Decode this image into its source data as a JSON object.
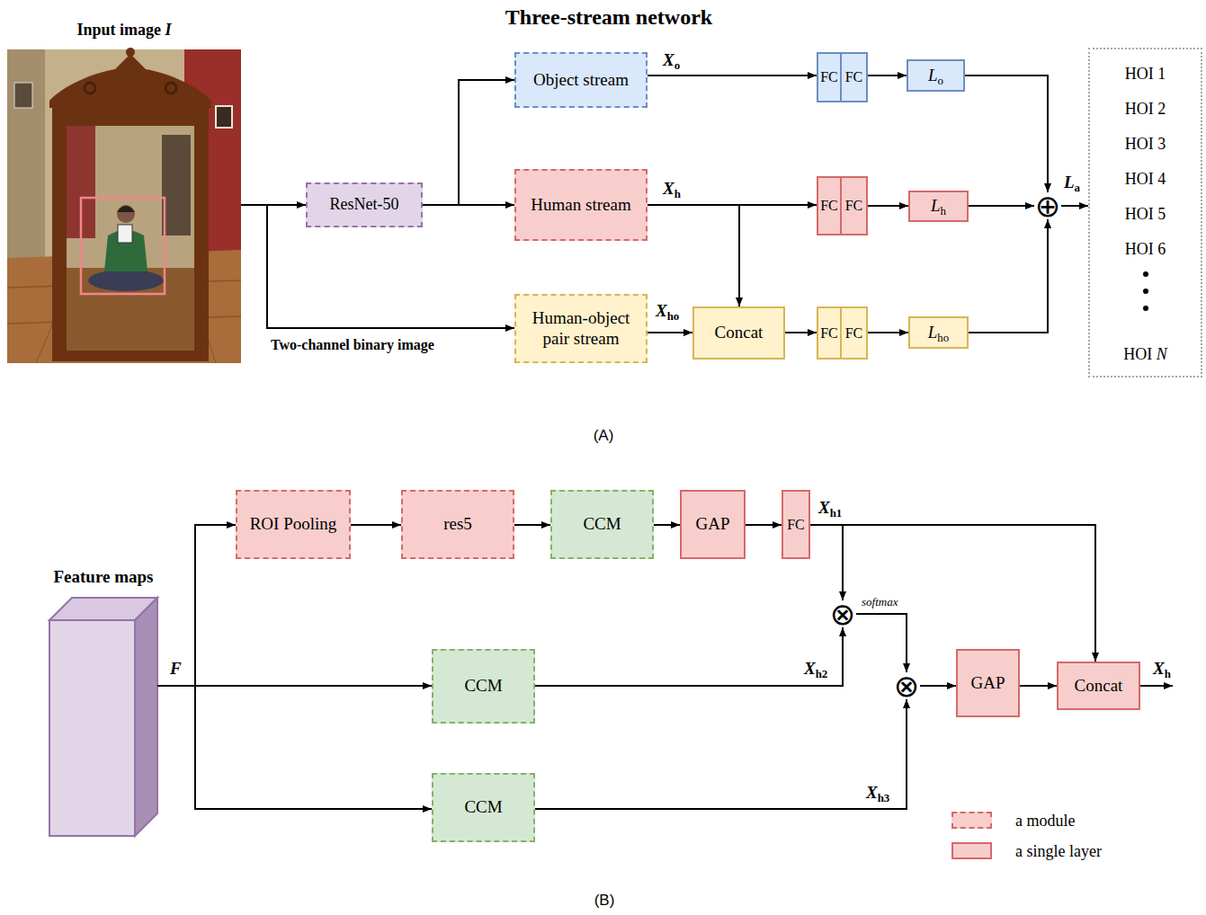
{
  "diagram": {
    "title": "Three-stream network",
    "nodes": [
      {
        "text": [
          "Input image I"
        ]
      },
      {
        "text": [
          "ResNet-50"
        ]
      },
      {
        "text": [
          "Object stream"
        ]
      },
      {
        "text": [
          "Human stream"
        ]
      },
      {
        "text": [
          "Human-object pair stream"
        ]
      },
      {
        "text": [
          "Concat"
        ]
      },
      {
        "text": [
          "FC"
        ]
      },
      {
        "text": [
          "FC"
        ]
      },
      {
        "text": [
          "FC"
        ]
      },
      {
        "text": [
          "FC"
        ]
      },
      {
        "text": [
          "FC"
        ]
      },
      {
        "text": [
          "FC"
        ]
      },
      {
        "text": [
          "Lo"
        ]
      },
      {
        "text": [
          "Lh"
        ]
      },
      {
        "text": [
          "Lho"
        ]
      },
      {
        "text": [
          "⊕"
        ]
      },
      {
        "text": [
          "HOI 1",
          "HOI 2",
          "HOI 3",
          "HOI 4",
          "HOI 5",
          "HOI 6",
          "HOI N"
        ]
      },
      {
        "text": [
          "Feature maps"
        ]
      },
      {
        "text": [
          "ROI Pooling"
        ]
      },
      {
        "text": [
          "res5"
        ]
      },
      {
        "text": [
          "CCM"
        ]
      },
      {
        "text": [
          "GAP"
        ]
      },
      {
        "text": [
          "FC"
        ]
      },
      {
        "text": [
          "CCM"
        ]
      },
      {
        "text": [
          "CCM"
        ]
      },
      {
        "text": [
          "⊗"
        ]
      },
      {
        "text": [
          "⊗"
        ]
      },
      {
        "text": [
          "GAP"
        ]
      },
      {
        "text": [
          "Concat"
        ]
      }
    ],
    "edges": [
      {
        "from": 0,
        "to": 1,
        "arrow": "to"
      },
      {
        "from": 0,
        "to": 4,
        "label": "Two-channel binary image",
        "arrow": "to"
      },
      {
        "from": 1,
        "to": 2,
        "arrow": "to"
      },
      {
        "from": 1,
        "to": 3,
        "arrow": "to"
      },
      {
        "from": 2,
        "to": 6,
        "label": "Xo",
        "arrow": "to"
      },
      {
        "from": 7,
        "to": 12,
        "arrow": "to"
      },
      {
        "from": 12,
        "to": 15,
        "arrow": "to"
      },
      {
        "from": 3,
        "to": 8,
        "label": "Xh",
        "arrow": "to"
      },
      {
        "from": 3,
        "to": 5,
        "arrow": "to"
      },
      {
        "from": 9,
        "to": 13,
        "arrow": "to"
      },
      {
        "from": 13,
        "to": 15,
        "arrow": "to"
      },
      {
        "from": 4,
        "to": 5,
        "label": "Xho",
        "arrow": "to"
      },
      {
        "from": 5,
        "to": 10,
        "arrow": "to"
      },
      {
        "from": 11,
        "to": 14,
        "arrow": "to"
      },
      {
        "from": 14,
        "to": 15,
        "arrow": "to"
      },
      {
        "from": 15,
        "to": 16,
        "label": "La",
        "arrow": "to"
      },
      {
        "from": 17,
        "to": 18,
        "arrow": "to"
      },
      {
        "from": 17,
        "to": 23,
        "label": "F",
        "arrow": "to"
      },
      {
        "from": 17,
        "to": 24,
        "arrow": "to"
      },
      {
        "from": 18,
        "to": 19,
        "arrow": "to"
      },
      {
        "from": 19,
        "to": 20,
        "arrow": "to"
      },
      {
        "from": 20,
        "to": 21,
        "arrow": "to"
      },
      {
        "from": 21,
        "to": 22,
        "arrow": "to"
      },
      {
        "from": 22,
        "to": 25,
        "label": "Xh1",
        "arrow": "to"
      },
      {
        "from": 22,
        "to": 28,
        "arrow": "to"
      },
      {
        "from": 23,
        "to": 25,
        "label": "Xh2",
        "arrow": "to"
      },
      {
        "from": 25,
        "to": 26,
        "label": "softmax",
        "arrow": "to"
      },
      {
        "from": 24,
        "to": 26,
        "label": "Xh3",
        "arrow": "to"
      },
      {
        "from": 26,
        "to": 27,
        "arrow": "to"
      },
      {
        "from": 27,
        "to": 28,
        "arrow": "to"
      }
    ],
    "labels": [
      "(A)",
      "Xh",
      "(B)"
    ],
    "legend": [
      {
        "text": "a module"
      },
      {
        "text": "a single layer"
      }
    ]
  }
}
